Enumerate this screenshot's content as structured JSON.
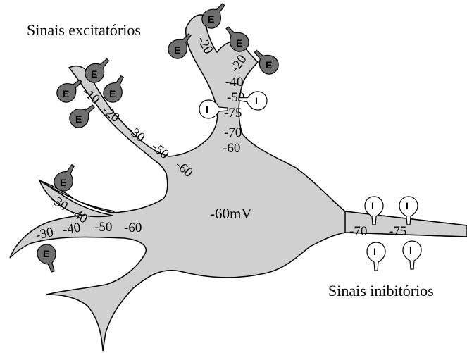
{
  "labels": {
    "excitatory_title": "Sinais excitatórios",
    "inhibitory_title": "Sinais inibitórios",
    "soma_potential": "-60mV"
  },
  "synapse_letters": {
    "excitatory": "E",
    "inhibitory": "I"
  },
  "potentials": {
    "left_upper_dendrite": [
      "-10",
      "-20",
      "-30",
      "-50",
      "-60"
    ],
    "left_lower_dendrite_top": [
      "-30",
      "-40"
    ],
    "left_lower_dendrite": [
      "-30",
      "-40",
      "-50",
      "-60"
    ],
    "top_dendrite_left_branch": "-20",
    "top_dendrite_right_branch": "-20",
    "top_dendrite_trunk": [
      "-40",
      "-50",
      "-75",
      "-70",
      "-60"
    ],
    "axon": [
      "-70",
      "-75"
    ]
  },
  "colors": {
    "neuron_fill": "#d0d0d0",
    "outline": "#000000",
    "excitatory_synapse": "#6f6f6f",
    "inhibitory_synapse": "#ffffff"
  }
}
